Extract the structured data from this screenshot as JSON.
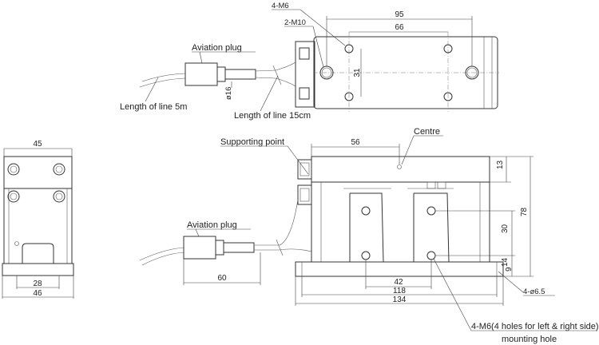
{
  "labels": {
    "m6_top": "4-M6",
    "m10": "2-M10",
    "aviation_plug_top": "Aviation plug",
    "aviation_plug_bottom": "Aviation plug",
    "line_5m": "Length of line 5m",
    "line_15cm": "Length of line 15cm",
    "supporting_point": "Supporting point",
    "centre": "Centre",
    "m6_holes": "4-M6(4 holes for left & right side)",
    "mounting_hole": "mounting hole",
    "hole_dia": "4-ø6.5"
  },
  "dims": {
    "d95": "95",
    "d66": "66",
    "d31": "31",
    "d16": "ø16",
    "d45": "45",
    "d28": "28",
    "d46": "46",
    "d56": "56",
    "d13": "13",
    "d78": "78",
    "d30": "30",
    "d14": "14",
    "d9": "9",
    "d42": "42",
    "d118": "118",
    "d134": "134",
    "d60": "60"
  }
}
